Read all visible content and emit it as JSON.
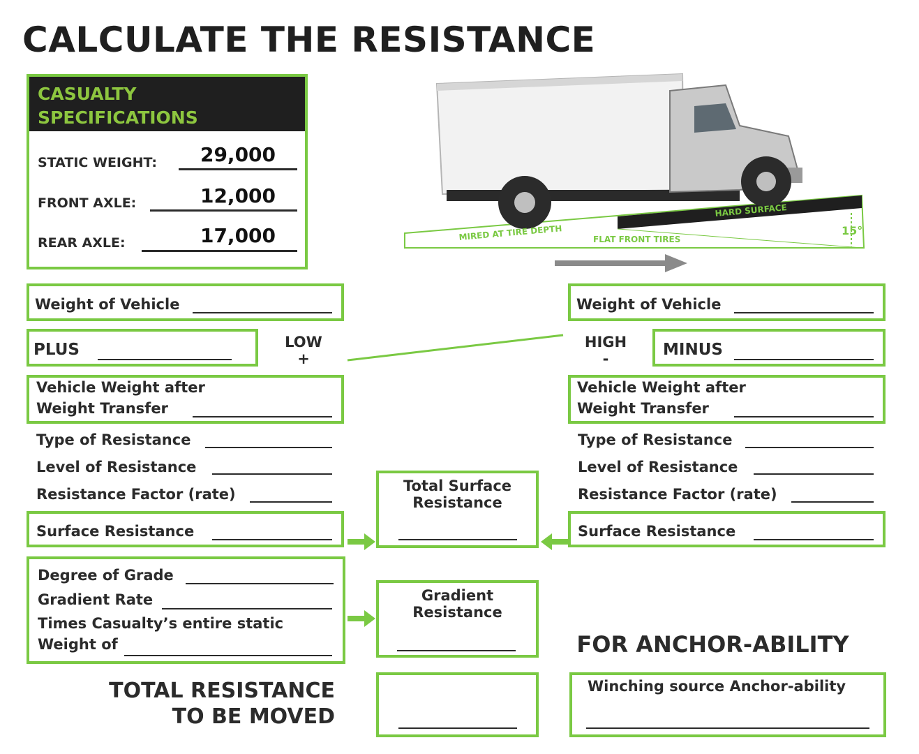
{
  "title": "CALCULATE THE RESISTANCE",
  "specs": {
    "header": "CASUALTY SPECIFICATIONS",
    "static_label": "STATIC WEIGHT:",
    "static_value": "29,000",
    "front_label": "FRONT AXLE:",
    "front_value": "12,000",
    "rear_label": "REAR AXLE:",
    "rear_value": "17,000"
  },
  "diagram": {
    "mired": "MIRED AT TIRE DEPTH",
    "hard": "HARD SURFACE",
    "flat": "FLAT FRONT TIRES",
    "angle": "15°"
  },
  "left": {
    "weight": "Weight of Vehicle",
    "plus": "PLUS",
    "vw1": "Vehicle Weight after",
    "vw2": "Weight Transfer",
    "type": "Type of Resistance",
    "level": "Level of Resistance",
    "factor": "Resistance Factor (rate)",
    "surface": "Surface Resistance"
  },
  "right": {
    "weight": "Weight of Vehicle",
    "minus": "MINUS",
    "vw1": "Vehicle Weight after",
    "vw2": "Weight Transfer",
    "type": "Type of Resistance",
    "level": "Level of Resistance",
    "factor": "Resistance Factor (rate)",
    "surface": "Surface Resistance"
  },
  "low": "LOW",
  "low_sign": "+",
  "high": "HIGH",
  "high_sign": "-",
  "total_surface_1": "Total Surface",
  "total_surface_2": "Resistance",
  "grade": {
    "degree": "Degree of Grade",
    "rate": "Gradient Rate",
    "times1": "Times Casualty’s entire static",
    "times2": "Weight of"
  },
  "gradient_1": "Gradient",
  "gradient_2": "Resistance",
  "anchor_title": "FOR ANCHOR-ABILITY",
  "winching": "Winching source Anchor-ability",
  "total1": "TOTAL RESISTANCE",
  "total2": "TO BE MOVED",
  "colors": {
    "accent": "#7ac943",
    "dark": "#1f1f1f",
    "arrow": "#8a8a8a"
  }
}
